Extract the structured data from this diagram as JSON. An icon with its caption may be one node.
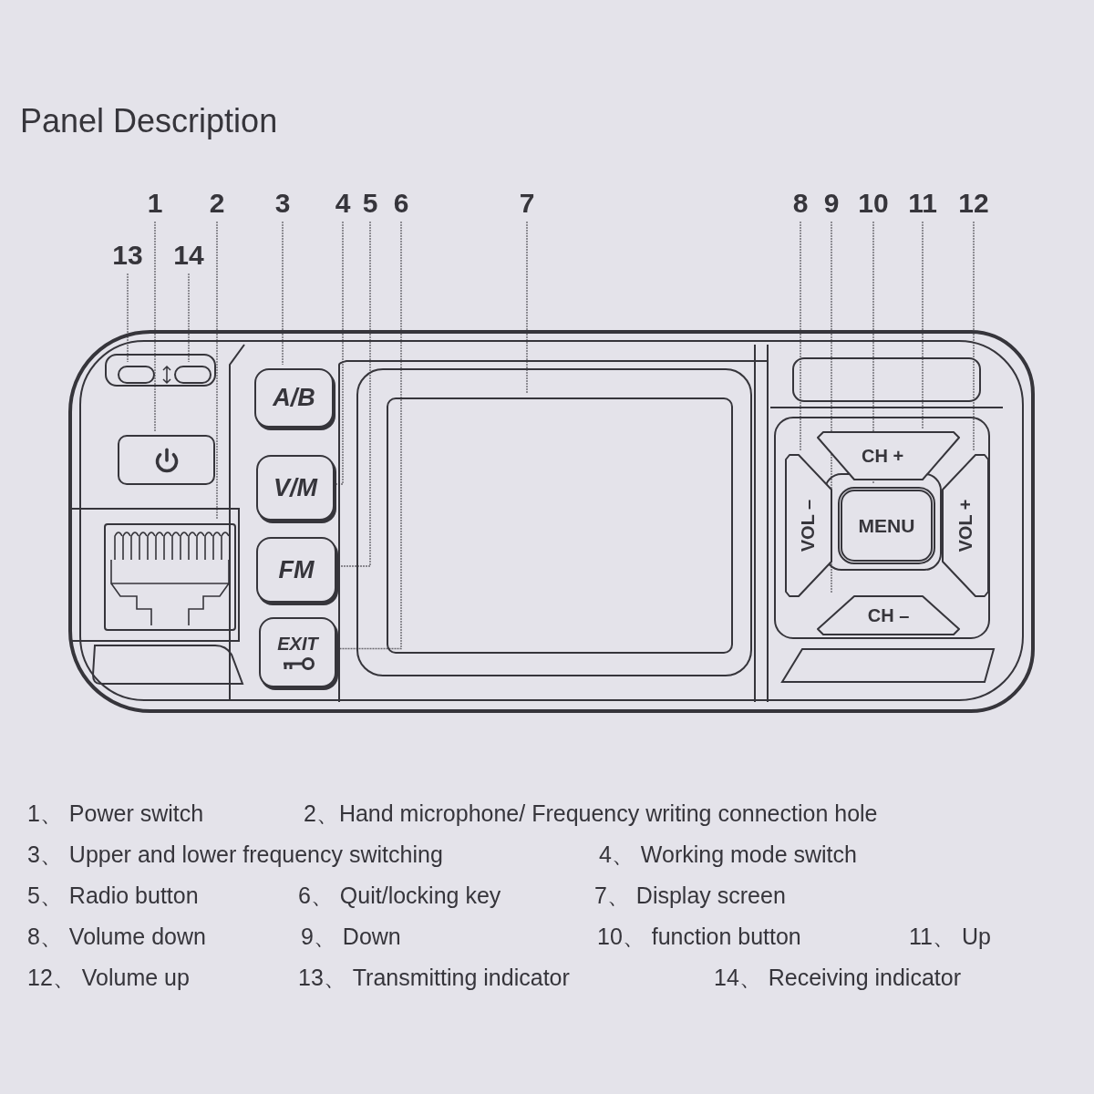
{
  "diagram": {
    "title": "Panel Description",
    "nodes": [
      {
        "text": [
          "1"
        ]
      },
      {
        "text": [
          "2"
        ]
      },
      {
        "text": [
          "3"
        ]
      },
      {
        "text": [
          "4"
        ]
      },
      {
        "text": [
          "5"
        ]
      },
      {
        "text": [
          "6"
        ]
      },
      {
        "text": [
          "7"
        ]
      },
      {
        "text": [
          "8"
        ]
      },
      {
        "text": [
          "9"
        ]
      },
      {
        "text": [
          "10"
        ]
      },
      {
        "text": [
          "11"
        ]
      },
      {
        "text": [
          "12"
        ]
      },
      {
        "text": [
          "13"
        ]
      },
      {
        "text": [
          "14"
        ]
      },
      {
        "text": [],
        "shape": "box"
      },
      {
        "text": [],
        "shape": "box",
        "in": 14
      },
      {
        "text": [],
        "shape": "box",
        "in": 14
      },
      {
        "text": [],
        "shape": "box",
        "in": 14
      },
      {
        "text": [],
        "shape": "picture",
        "in": 14
      },
      {
        "text": [
          "A/B"
        ],
        "in": 14
      },
      {
        "text": [
          "V/M"
        ],
        "in": 14
      },
      {
        "text": [
          "FM"
        ],
        "in": 14
      },
      {
        "text": [
          "EXIT"
        ],
        "in": 14
      },
      {
        "text": [],
        "shape": "box",
        "in": 14
      },
      {
        "text": [
          "VOL –"
        ],
        "in": 14
      },
      {
        "text": [
          "CH +"
        ],
        "in": 14
      },
      {
        "text": [
          "MENU"
        ],
        "in": 14
      },
      {
        "text": [
          "CH –"
        ],
        "in": 14
      },
      {
        "text": [
          "VOL +"
        ],
        "in": 14
      }
    ],
    "edges": [
      {
        "from": 0,
        "to": 17,
        "arrow": "none"
      },
      {
        "from": 1,
        "to": 18,
        "arrow": "none"
      },
      {
        "from": 2,
        "to": 19,
        "arrow": "none"
      },
      {
        "from": 3,
        "to": 20,
        "arrow": "none"
      },
      {
        "from": 4,
        "to": 21,
        "arrow": "none"
      },
      {
        "from": 5,
        "to": 22,
        "arrow": "none"
      },
      {
        "from": 6,
        "to": 23,
        "arrow": "none"
      },
      {
        "from": 7,
        "to": 24,
        "arrow": "none"
      },
      {
        "from": 8,
        "to": 27,
        "arrow": "none"
      },
      {
        "from": 9,
        "to": 26,
        "arrow": "none"
      },
      {
        "from": 10,
        "to": 25,
        "arrow": "none"
      },
      {
        "from": 11,
        "to": 28,
        "arrow": "none"
      },
      {
        "from": 12,
        "to": 15,
        "arrow": "none"
      },
      {
        "from": 13,
        "to": 16,
        "arrow": "none"
      }
    ],
    "labels": [
      "1、 Power switch",
      "2、Hand microphone/ Frequency writing connection hole",
      "3、 Upper and lower frequency switching",
      "4、 Working mode switch",
      "5、 Radio button",
      "6、 Quit/locking key",
      "7、 Display screen",
      "8、 Volume down",
      "9、 Down",
      "10、 function button",
      "11、 Up",
      "12、 Volume up",
      "13、 Transmitting indicator",
      "14、 Receiving indicator"
    ]
  }
}
